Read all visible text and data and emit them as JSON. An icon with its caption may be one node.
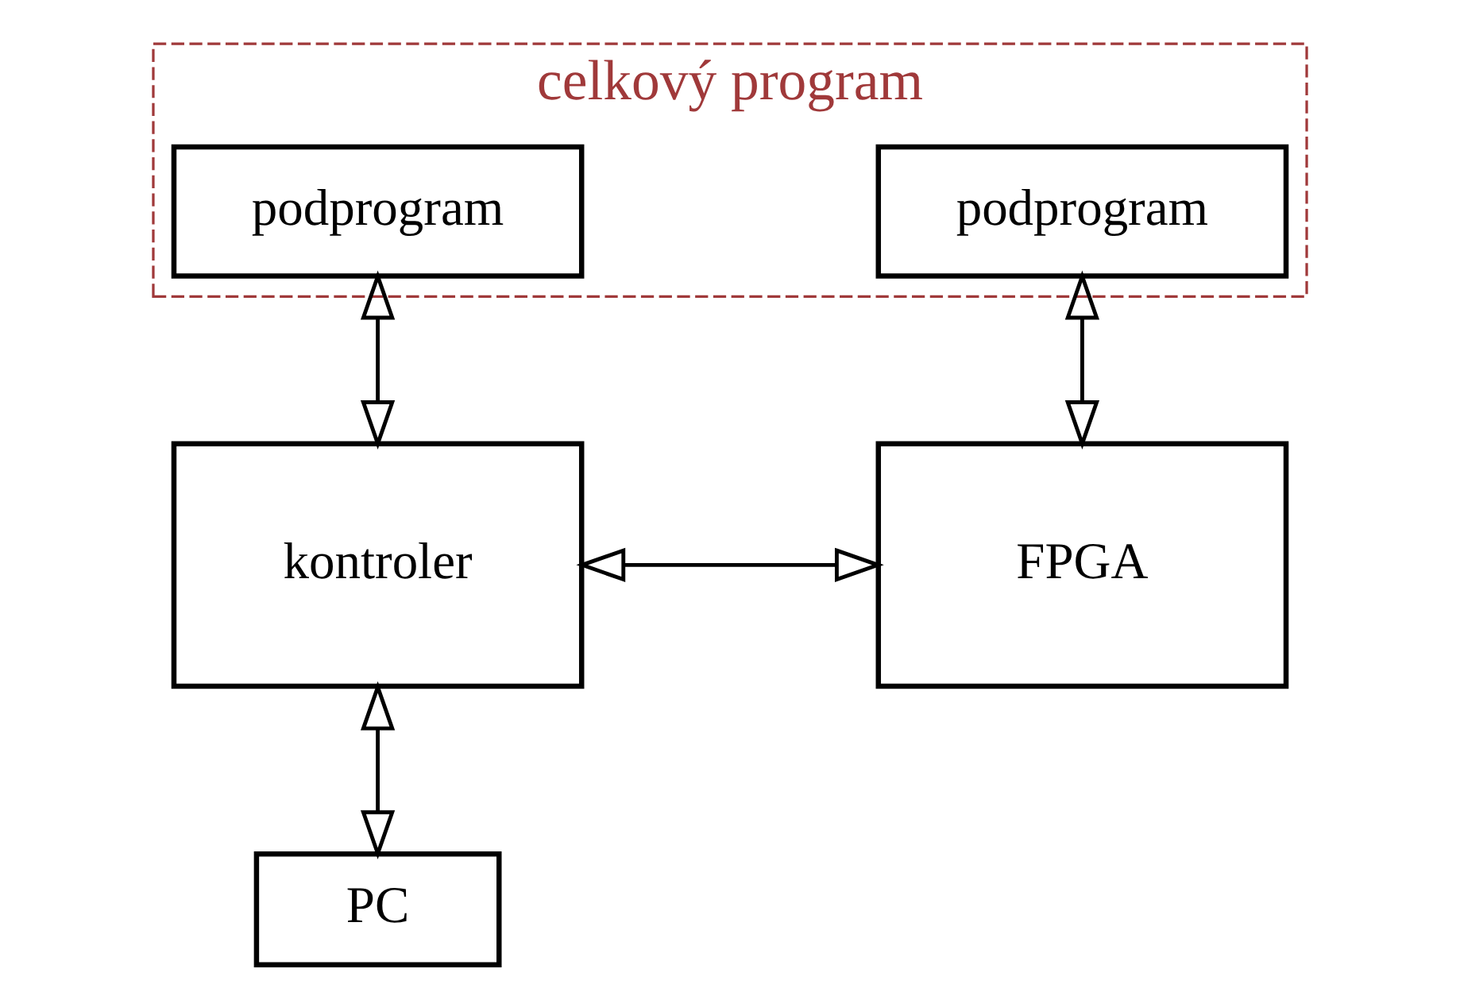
{
  "diagram": {
    "nodes": [
      {
        "text": [
          "celkový program"
        ]
      },
      {
        "text": [
          "podprogram"
        ],
        "in": 0
      },
      {
        "text": [
          "podprogram"
        ],
        "in": 0
      },
      {
        "text": [
          "kontroler"
        ]
      },
      {
        "text": [
          "FPGA"
        ]
      },
      {
        "text": [
          "PC"
        ]
      }
    ],
    "edges": [
      {
        "from": 1,
        "to": 3,
        "arrow": "both"
      },
      {
        "from": 2,
        "to": 4,
        "arrow": "both"
      },
      {
        "from": 3,
        "to": 4,
        "arrow": "both"
      },
      {
        "from": 3,
        "to": 5,
        "arrow": "both"
      }
    ]
  }
}
